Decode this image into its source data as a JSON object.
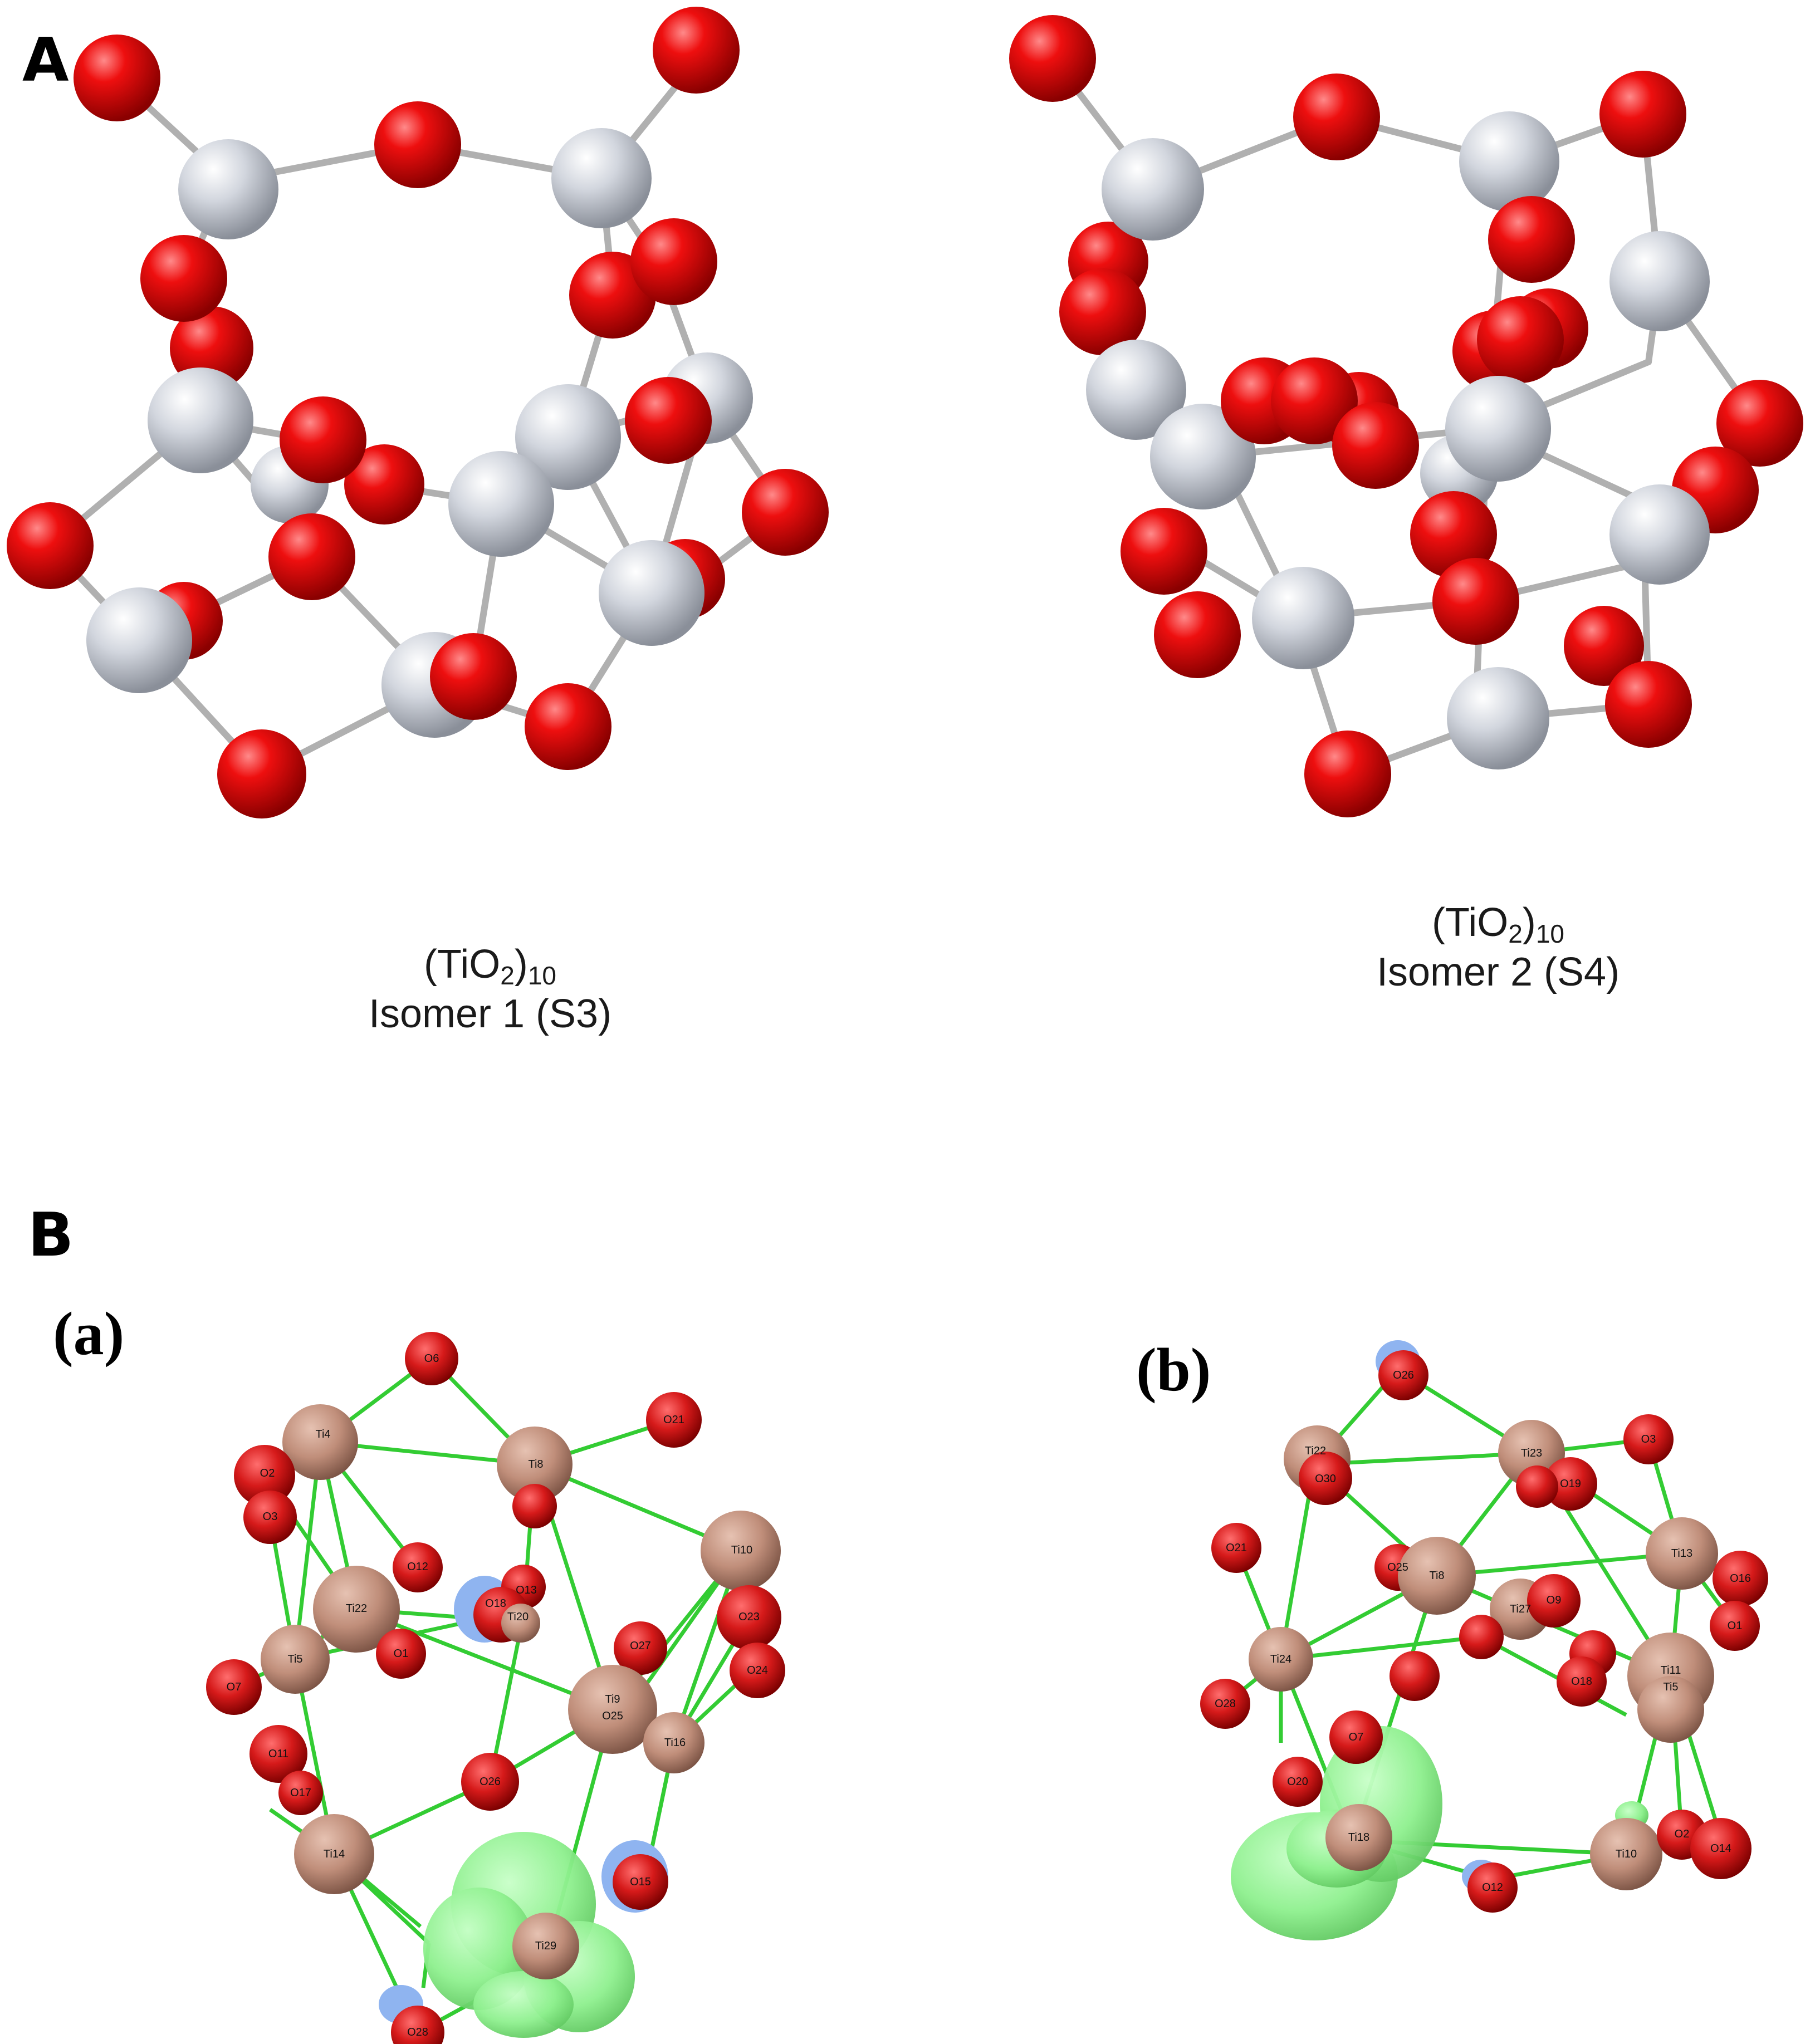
{
  "panel_a": {
    "label": "A",
    "isomer1": {
      "formula_prefix": "(TiO",
      "formula_sub1": "2",
      "formula_close": ")",
      "formula_sub2": "10",
      "name": "Isomer 1 (S3)"
    },
    "isomer2": {
      "formula_prefix": "(TiO",
      "formula_sub1": "2",
      "formula_close": ")",
      "formula_sub2": "10",
      "name": "Isomer 2 (S4)"
    }
  },
  "panel_b": {
    "label": "B",
    "sub_a": "(a)",
    "sub_b": "(b)",
    "atoms_a": [
      "O6",
      "Ti4",
      "O2",
      "O3",
      "Ti8",
      "O21",
      "Ti10",
      "O12",
      "Ti22",
      "O18",
      "O13",
      "Ti20",
      "O27",
      "O23",
      "O24",
      "Ti5",
      "O1",
      "O7",
      "Ti9",
      "O25",
      "Ti16",
      "O11",
      "O26",
      "O15",
      "Ti14",
      "O17",
      "Ti29",
      "O28"
    ],
    "atoms_b": [
      "O26",
      "Ti23",
      "O3",
      "Ti22",
      "O30",
      "O19",
      "O21",
      "O25",
      "Ti8",
      "Ti13",
      "O16",
      "Ti27",
      "O9",
      "O1",
      "Ti24",
      "Ti11",
      "Ti5",
      "O18",
      "O28",
      "O7",
      "O20",
      "Ti18",
      "Ti10",
      "O2",
      "O14",
      "O12"
    ]
  },
  "colors": {
    "oxygen": "#d90000",
    "titanium": "#c8ccd4",
    "bond": "#b8b8b8",
    "ti_b": "#c08e7a",
    "o_b": "#d61a1a",
    "bond_b": "#33cc33",
    "isosurface": "#8ef08e",
    "blue_lobe": "#8fb4f0"
  }
}
